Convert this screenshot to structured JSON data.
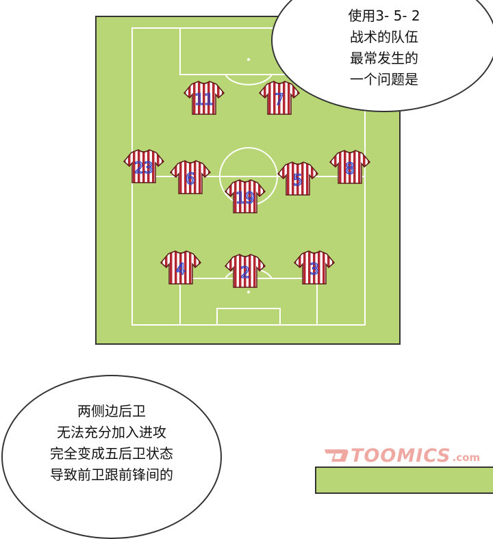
{
  "bubble_top": {
    "lines": [
      "使用3- 5- 2",
      "战术的队伍",
      "最常发生的",
      "一个问题是"
    ]
  },
  "bubble_bottom": {
    "lines": [
      "两侧边后卫",
      "无法充分加入进攻",
      "完全变成五后卫状态",
      "导致前卫跟前锋间的"
    ]
  },
  "players": [
    {
      "number": "11",
      "role": "forward-left"
    },
    {
      "number": "7",
      "role": "forward-right"
    },
    {
      "number": "23",
      "role": "wing-left"
    },
    {
      "number": "6",
      "role": "midfield-left"
    },
    {
      "number": "19",
      "role": "midfield-center"
    },
    {
      "number": "5",
      "role": "midfield-right"
    },
    {
      "number": "8",
      "role": "wing-right"
    },
    {
      "number": "4",
      "role": "defender-left"
    },
    {
      "number": "2",
      "role": "defender-center"
    },
    {
      "number": "3",
      "role": "defender-right"
    }
  ],
  "colors": {
    "pitch": "#b8d675",
    "lines": "#ffffff",
    "jersey_red": "#b3262f",
    "jersey_white": "#ffffff",
    "number_blue": "#2b3fc4",
    "watermark": "#f0a9a2"
  },
  "watermark": {
    "text": "TOOMICS",
    "domain": ".com",
    "logo_icon": "toomics-logo-icon"
  }
}
